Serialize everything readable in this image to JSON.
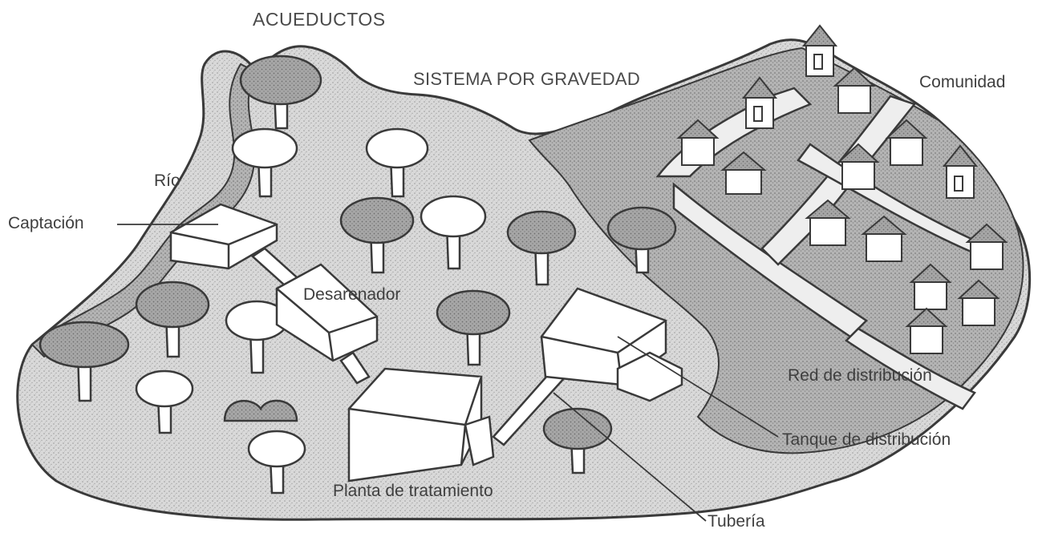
{
  "header": {
    "title": "ACUEDUCTOS",
    "subtitle": "SISTEMA POR GRAVEDAD"
  },
  "labels": {
    "rio": "Río",
    "captacion": "Captación",
    "desarenador": "Desarenador",
    "planta": "Planta de tratamiento",
    "tuberia": "Tubería",
    "tanque": "Tanque de distribución",
    "red": "Red de distribución",
    "comunidad": "Comunidad"
  },
  "colors": {
    "ink": "#3a3a3a",
    "land": "#d6d6d6",
    "river": "#bdbdbd",
    "foliage": "#a8a8a8",
    "paper": "#ffffff"
  }
}
